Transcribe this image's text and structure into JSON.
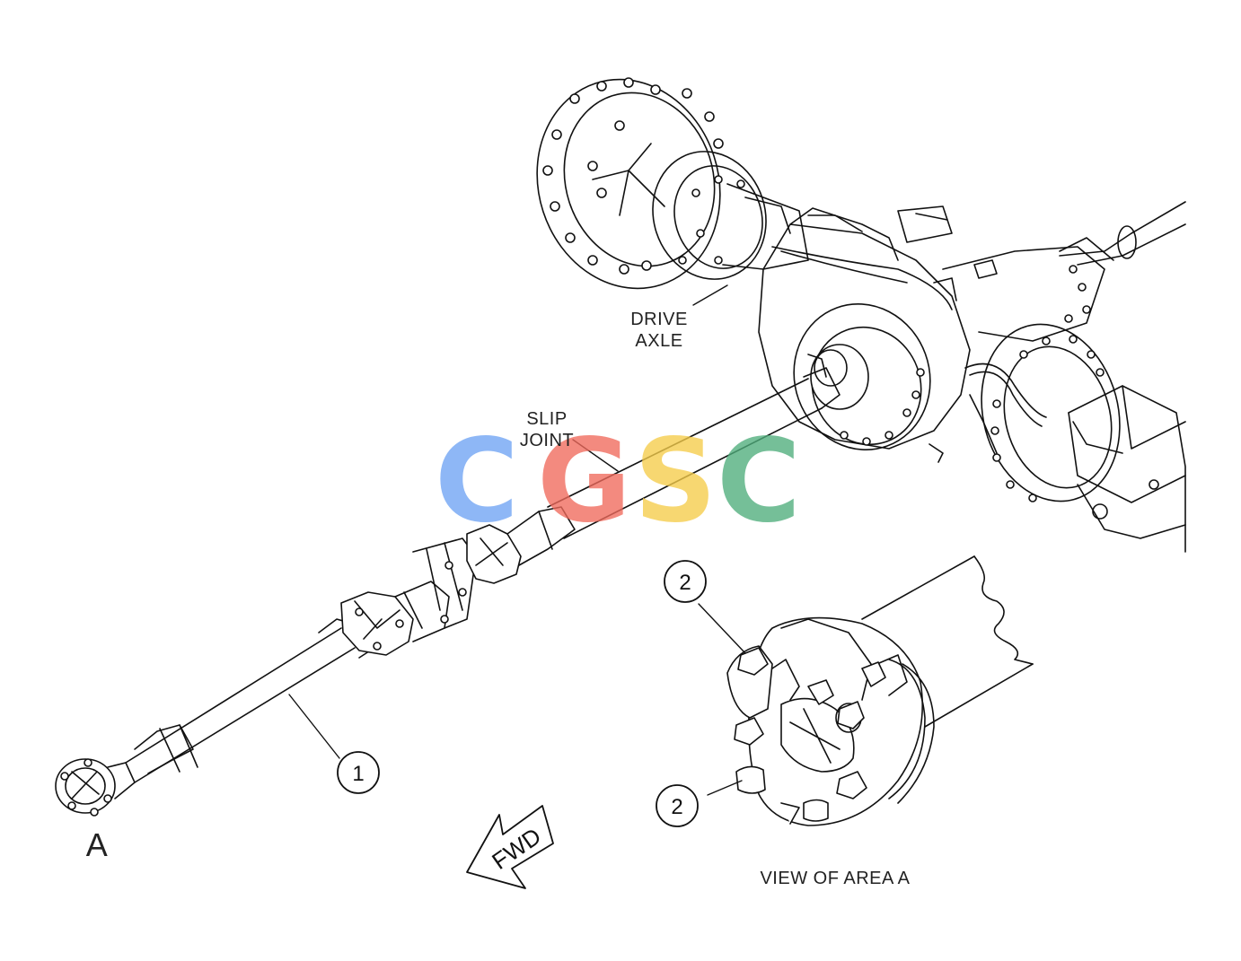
{
  "labels": {
    "drive_axle_line1": "DRIVE",
    "drive_axle_line2": "AXLE",
    "slip_joint_line1": "SLIP",
    "slip_joint_line2": "JOINT",
    "view_label": "VIEW OF AREA A",
    "area_letter": "A",
    "fwd": "FWD"
  },
  "callouts": [
    {
      "id": "callout-1",
      "number": "1"
    },
    {
      "id": "callout-2-upper",
      "number": "2"
    },
    {
      "id": "callout-2-lower",
      "number": "2"
    }
  ],
  "watermark": {
    "letters": [
      "C",
      "G",
      "S",
      "C"
    ],
    "colors": [
      "#6fa4f4",
      "#f06a5c",
      "#f6cd4a",
      "#4fae7c"
    ]
  }
}
